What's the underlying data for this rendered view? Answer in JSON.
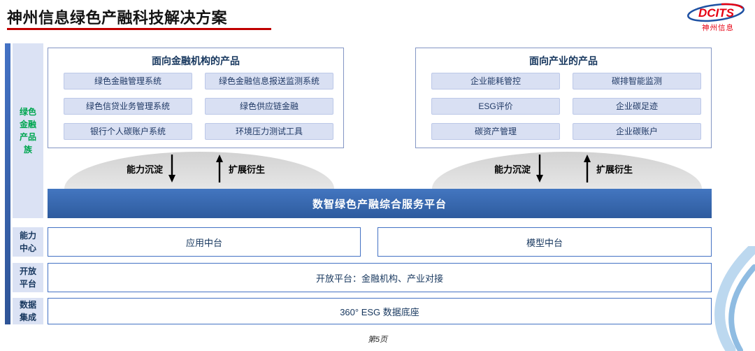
{
  "header": {
    "title": "神州信息绿色产融科技解决方案",
    "logo_brand": "DCITS",
    "logo_sub": "神州信息"
  },
  "sidebar": {
    "product_family_label": "绿色金融产品族",
    "capability_label": "能力中心",
    "open_platform_label": "开放平台",
    "data_label": "数据集成"
  },
  "product_groups": [
    {
      "title": "面向金融机构的产品",
      "items": [
        "绿色金融管理系统",
        "绿色金融信息报送监测系统",
        "绿色信贷业务管理系统",
        "绿色供应链金融",
        "银行个人碳账户系统",
        "环境压力测试工具"
      ]
    },
    {
      "title": "面向产业的产品",
      "items": [
        "企业能耗管控",
        "碳排智能监测",
        "ESG评价",
        "企业碳足迹",
        "碳资产管理",
        "企业碳账户"
      ]
    }
  ],
  "flow_labels": {
    "down": "能力沉淀",
    "up": "扩展衍生"
  },
  "platform_banner": "数智绿色产融综合服务平台",
  "capability_row": {
    "items": [
      "应用中台",
      "模型中台"
    ]
  },
  "open_platform_text": "开放平台：金融机构、产业对接",
  "data_integration_text": "360° ESG 数据底座",
  "footer": {
    "page_label": "第5页"
  },
  "colors": {
    "underline_red": "#c00000",
    "accent_blue": "#4472c4",
    "banner_blue": "#2e5b9e",
    "chip_bg": "#d9e0f3",
    "family_green": "#00a650",
    "brand_red": "#e60012"
  }
}
